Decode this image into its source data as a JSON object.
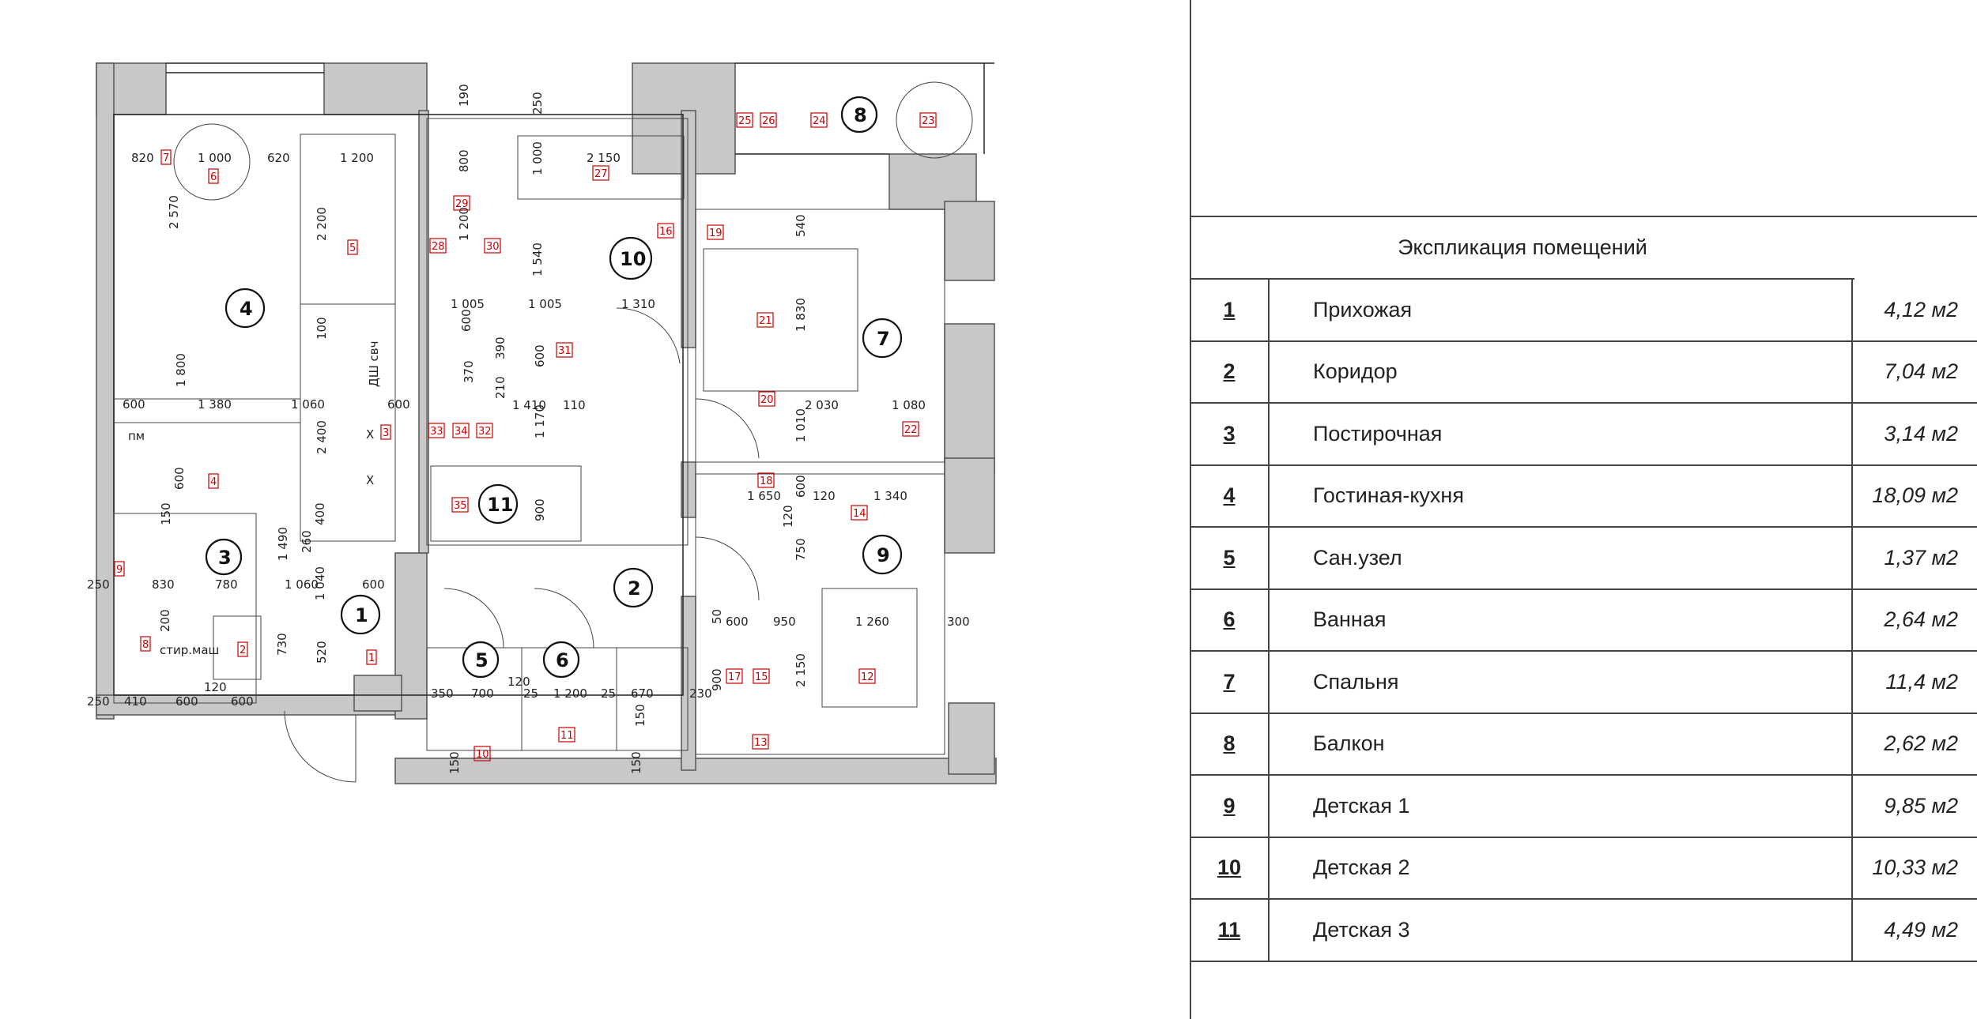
{
  "explication": {
    "title": "Экспликация помещений",
    "rows": [
      {
        "num": "1",
        "name": "Прихожая",
        "area": "4,12 м2"
      },
      {
        "num": "2",
        "name": "Коридор",
        "area": "7,04 м2"
      },
      {
        "num": "3",
        "name": "Постирочная",
        "area": "3,14 м2"
      },
      {
        "num": "4",
        "name": "Гостиная-кухня",
        "area": "18,09 м2"
      },
      {
        "num": "5",
        "name": "Сан.узел",
        "area": "1,37 м2"
      },
      {
        "num": "6",
        "name": "Ванная",
        "area": "2,64 м2"
      },
      {
        "num": "7",
        "name": "Спальня",
        "area": "11,4 м2"
      },
      {
        "num": "8",
        "name": "Балкон",
        "area": "2,62 м2"
      },
      {
        "num": "9",
        "name": "Детская 1",
        "area": "9,85 м2"
      },
      {
        "num": "10",
        "name": "Детская 2",
        "area": "10,33 м2"
      },
      {
        "num": "11",
        "name": "Детская 3",
        "area": "4,49 м2"
      }
    ]
  },
  "plan": {
    "room_numbers": [
      "1",
      "2",
      "3",
      "4",
      "5",
      "6",
      "7",
      "8",
      "9",
      "10",
      "11"
    ],
    "furniture_tags": [
      "1",
      "2",
      "3",
      "4",
      "5",
      "6",
      "7",
      "8",
      "9",
      "10",
      "11",
      "12",
      "13",
      "14",
      "15",
      "16",
      "17",
      "18",
      "19",
      "20",
      "21",
      "22",
      "23",
      "24",
      "25",
      "26",
      "27",
      "28",
      "29",
      "30",
      "31",
      "32",
      "33",
      "34",
      "35"
    ],
    "labels": {
      "stir": "стир.маш",
      "pm": "пм",
      "dsh": "ДШ свч",
      "x": "Х"
    },
    "dimensions": [
      "820",
      "1 000",
      "620",
      "1 200",
      "2 570",
      "2 200",
      "100",
      "1 800",
      "600",
      "1 380",
      "1 060",
      "600",
      "2 400",
      "600",
      "150",
      "830",
      "780",
      "1 060",
      "600",
      "250",
      "200",
      "410",
      "600",
      "120",
      "600",
      "250",
      "1 490",
      "260",
      "400",
      "1 040",
      "730",
      "520",
      "190",
      "250",
      "800",
      "2 150",
      "1 000",
      "1 200",
      "1 540",
      "1 005",
      "1 005",
      "1 310",
      "600",
      "390",
      "370",
      "210",
      "600",
      "1 410",
      "110",
      "1 170",
      "900",
      "540",
      "1 830",
      "2 030",
      "1 080",
      "1 010",
      "1 650",
      "120",
      "1 340",
      "600",
      "120",
      "750",
      "50",
      "600",
      "950",
      "1 260",
      "300",
      "900",
      "2 150",
      "350",
      "700",
      "120",
      "25",
      "1 200",
      "25",
      "670",
      "230",
      "150",
      "150",
      "150"
    ]
  },
  "colors": {
    "wall": "#c8c8c8",
    "tag": "#cc0000",
    "line": "#222222"
  }
}
